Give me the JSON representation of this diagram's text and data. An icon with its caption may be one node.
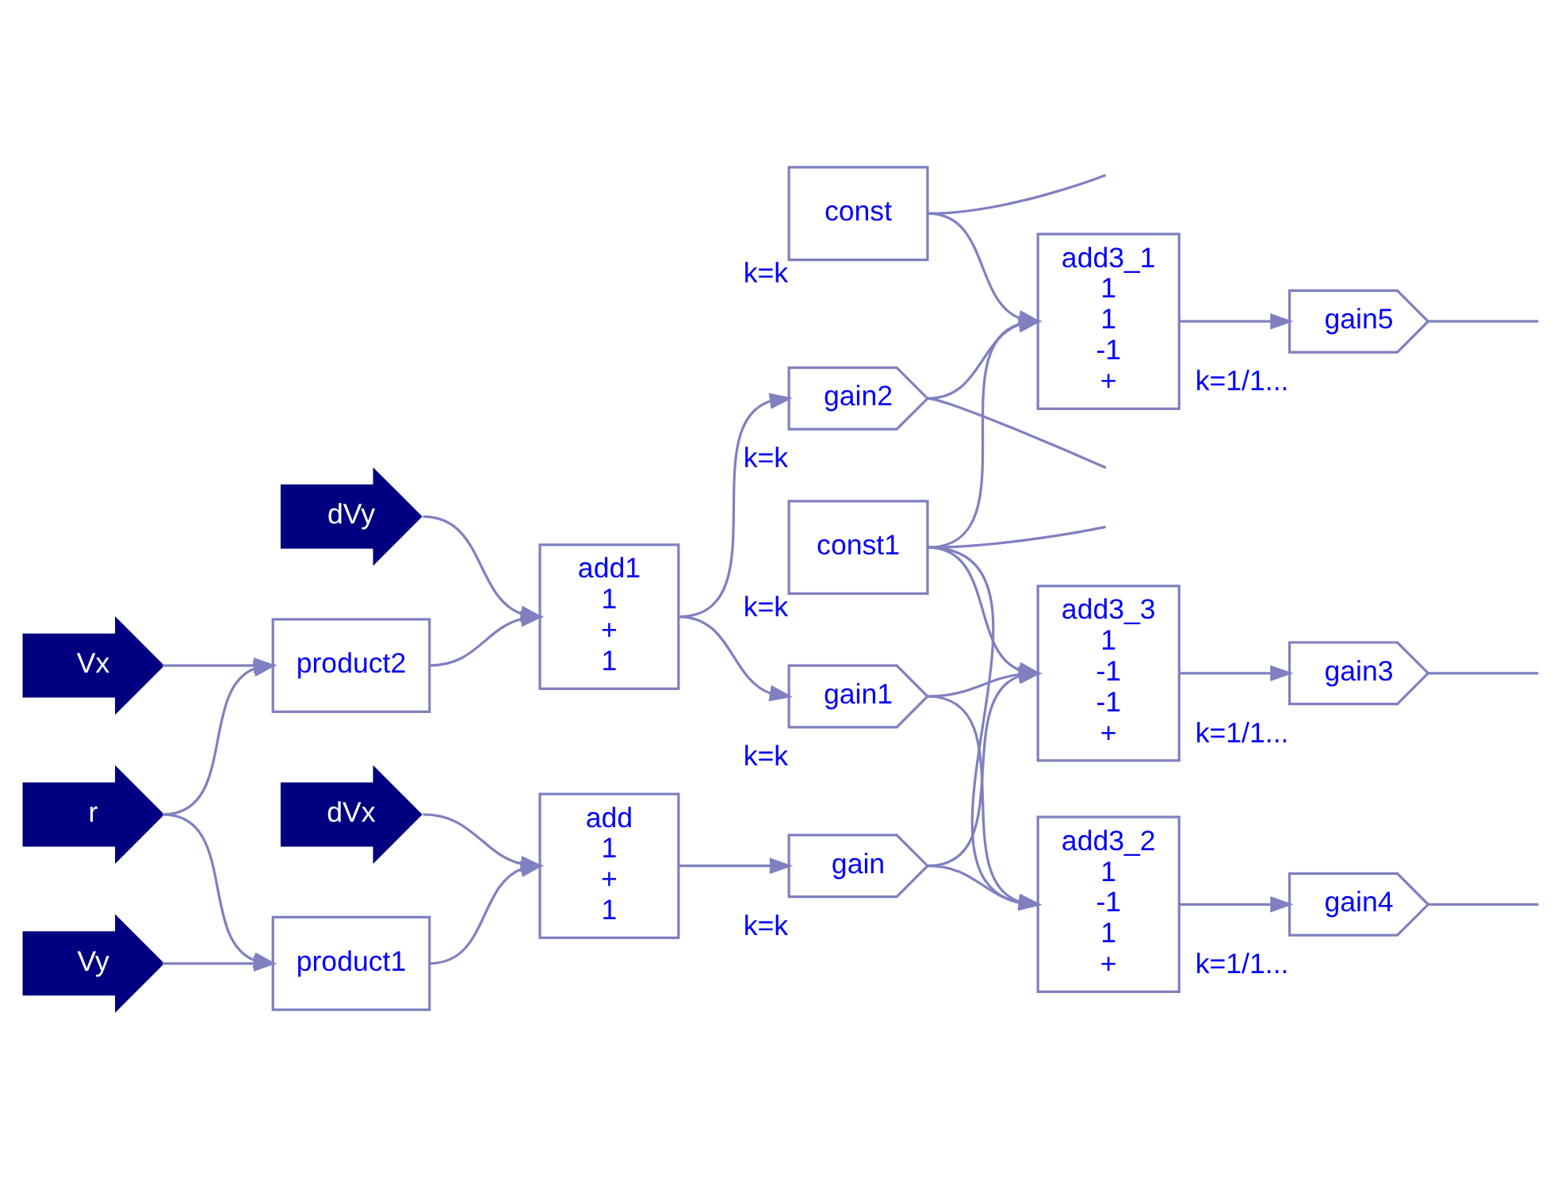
{
  "diagram": {
    "nodes": [
      {
        "text": [
          "dVx"
        ]
      },
      {
        "text": [
          "dVy"
        ]
      },
      {
        "text": [
          "Vy"
        ]
      },
      {
        "text": [
          "r"
        ]
      },
      {
        "text": [
          "Vx"
        ]
      },
      {
        "text": [
          "add",
          "1",
          "+",
          "1"
        ]
      },
      {
        "text": [
          "product1"
        ]
      },
      {
        "text": [
          "add1",
          "1",
          "+",
          "1"
        ]
      },
      {
        "text": [
          "product2"
        ]
      },
      {
        "text": [
          "const1"
        ],
        "beside": [
          "k=k"
        ]
      },
      {
        "text": [
          "gain"
        ],
        "beside": [
          "k=k"
        ]
      },
      {
        "text": [
          "gain1"
        ],
        "beside": [
          "k=k"
        ]
      },
      {
        "text": [
          "add3_3",
          "1",
          "-1",
          "-1",
          "+"
        ]
      },
      {
        "text": [
          "gain3"
        ],
        "beside": [
          "k=1/1..."
        ]
      },
      {
        "text": [
          "add3_2",
          "1",
          "-1",
          "1",
          "+"
        ]
      },
      {
        "text": [
          "gain4"
        ],
        "beside": [
          "k=1/1..."
        ]
      },
      {
        "text": [
          "const"
        ],
        "beside": [
          "k=k"
        ]
      },
      {
        "text": [
          "add3_1",
          "1",
          "1",
          "-1",
          "+"
        ]
      },
      {
        "text": [
          "gain5"
        ],
        "beside": [
          "k=1/1..."
        ]
      },
      {
        "text": [
          "gain2"
        ],
        "beside": [
          "k=k"
        ]
      }
    ],
    "edges": [
      {
        "from": 0,
        "to": 5,
        "arrow": "to"
      },
      {
        "from": 2,
        "to": 6,
        "arrow": "to"
      },
      {
        "from": 3,
        "to": 6,
        "arrow": "to"
      },
      {
        "from": 6,
        "to": 5,
        "arrow": "to"
      },
      {
        "from": 1,
        "to": 7,
        "arrow": "to"
      },
      {
        "from": 3,
        "to": 8,
        "arrow": "to"
      },
      {
        "from": 4,
        "to": 8,
        "arrow": "to"
      },
      {
        "from": 8,
        "to": 7,
        "arrow": "to"
      },
      {
        "from": 5,
        "to": 10,
        "arrow": "to"
      },
      {
        "from": 7,
        "to": 11,
        "arrow": "to"
      },
      {
        "from": 7,
        "to": 19,
        "arrow": "to"
      },
      {
        "from": 9,
        "to": 12,
        "arrow": "to"
      },
      {
        "from": 10,
        "to": 12,
        "arrow": "to"
      },
      {
        "from": 11,
        "to": 12,
        "arrow": "to"
      },
      {
        "from": 9,
        "to": 14,
        "arrow": "to"
      },
      {
        "from": 10,
        "to": 14,
        "arrow": "to"
      },
      {
        "from": 11,
        "to": 14,
        "arrow": "to"
      },
      {
        "from": 12,
        "to": 13,
        "arrow": "to"
      },
      {
        "from": 14,
        "to": 15,
        "arrow": "to"
      },
      {
        "from": 16,
        "to": 17,
        "arrow": "to"
      },
      {
        "from": 9,
        "to": 17,
        "arrow": "to"
      },
      {
        "from": 19,
        "to": 17,
        "arrow": "to"
      },
      {
        "from": 17,
        "to": 18,
        "arrow": "to"
      },
      {
        "from": 13,
        "to": null,
        "arrow": "none"
      },
      {
        "from": 15,
        "to": null,
        "arrow": "none"
      },
      {
        "from": 18,
        "to": null,
        "arrow": "none"
      },
      {
        "from": 16,
        "to": null,
        "arrow": "none"
      },
      {
        "from": 19,
        "to": null,
        "arrow": "none"
      },
      {
        "from": 9,
        "to": null,
        "arrow": "none"
      }
    ]
  }
}
